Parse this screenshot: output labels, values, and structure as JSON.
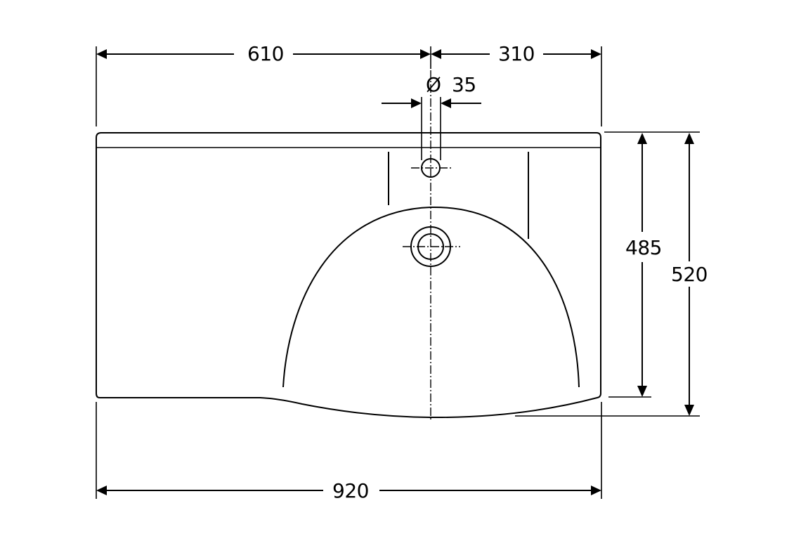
{
  "drawing": {
    "title": "Washbasin technical drawing (top view)",
    "line_color": "#000000",
    "background": "#ffffff",
    "dimensions": {
      "left_to_tap_hole": "610",
      "tap_hole_to_right": "310",
      "tap_hole_diameter_symbol": "Ø",
      "tap_hole_diameter": "35",
      "basin_depth_inner": "485",
      "basin_depth_total": "520",
      "overall_width": "920"
    },
    "features": [
      "countertop-outline",
      "back-edge-line",
      "tap-hole",
      "drain-outlet",
      "bowl-curve",
      "front-curved-edge",
      "centerline"
    ]
  }
}
